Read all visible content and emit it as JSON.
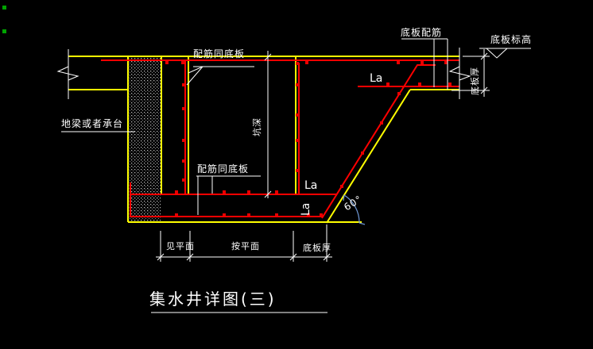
{
  "drawing": {
    "title": "集水井详图(三)",
    "annotations": {
      "rebar_same_as_slab_top": "配筋同底板",
      "rebar_same_as_slab_bottom": "配筋同底板",
      "ground_beam_or_pile_cap": "地梁或者承台",
      "slab_rebar": "底板配筋",
      "slab_elevation": "底板标高",
      "anchorage_top": "La",
      "anchorage_mid": "La",
      "anchorage_vertical": "La",
      "slope_angle": "60°",
      "pit_depth_vertical": "坑深",
      "slab_thickness_vertical": "底板厚"
    },
    "dimensions": {
      "wall_width": "见平面",
      "pit_width": "按平面",
      "slab_thickness": "底板厚"
    },
    "colors": {
      "background": "#000000",
      "concrete_outline": "#ffff00",
      "rebar": "#ff0000",
      "annotation": "#ffffff",
      "angle_arc": "#6e96d2",
      "hatch_dots": "#b8b8b8",
      "grip_points": "#00a300"
    }
  }
}
